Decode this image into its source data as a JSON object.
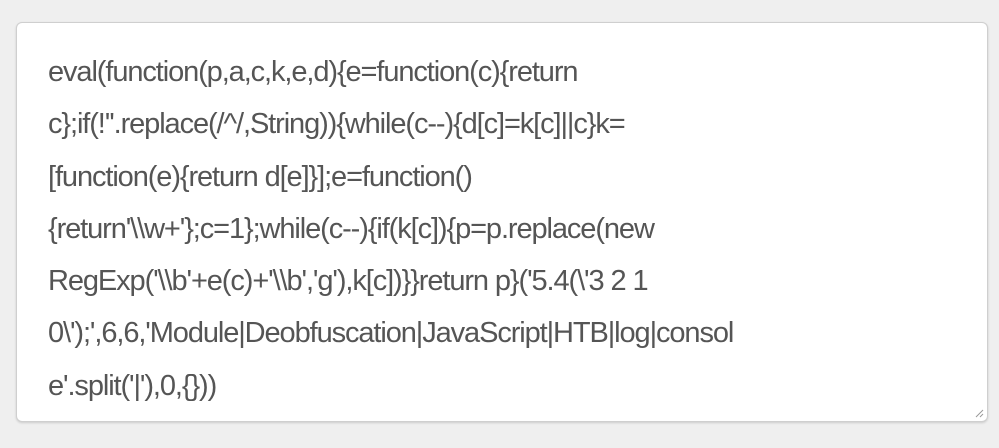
{
  "textarea": {
    "lines": [
      "eval(function(p,a,c,k,e,d){e=function(c){return",
      "c};if(!''.replace(/^/,String)){while(c--){d[c]=k[c]||c}k=",
      "[function(e){return d[e]}];e=function()",
      "{return'\\\\w+'};c=1};while(c--){if(k[c]){p=p.replace(new",
      "RegExp('\\\\b'+e(c)+'\\\\b','g'),k[c])}}return p}('5.4(\\'3 2 1",
      "0\\');',6,6,'Module|Deobfuscation|JavaScript|HTB|log|consol",
      "e'.split('|'),0,{}))"
    ]
  }
}
